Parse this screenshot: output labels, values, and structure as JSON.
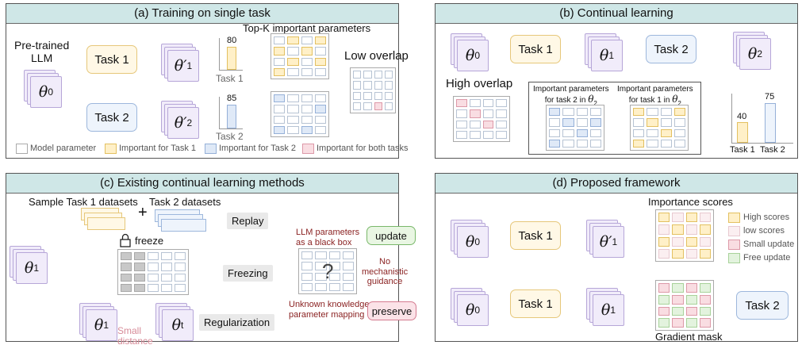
{
  "panels": {
    "a": {
      "title": "(a) Training on single task",
      "pretrained": "Pre-trained\nLLM",
      "theta0": "θ",
      "sub0": "0",
      "task1": "Task 1",
      "task2": "Task 2",
      "theta1p": "θ′",
      "sub1": "1",
      "theta2p": "θ′",
      "sub2": "2",
      "topk": "Top-K important parameters",
      "val1": "80",
      "val2": "85",
      "bar1_label": "Task 1",
      "bar2_label": "Task 2",
      "low_overlap": "Low overlap",
      "legend": [
        "Model parameter",
        "Important for Task 1",
        "Important for Task 2",
        "Important for both tasks"
      ]
    },
    "b": {
      "title": "(b) Continual learning",
      "theta0": "θ",
      "sub0": "0",
      "task1": "Task 1",
      "theta1": "θ",
      "sub1": "1",
      "task2": "Task 2",
      "theta2": "θ",
      "sub2": "2",
      "high_overlap": "High overlap",
      "imp_t2": "Important parameters\nfor task 2 in ",
      "imp_t1": "Important parameters\nfor task 1 in ",
      "imp_theta": "θ",
      "imp_sub": "2",
      "val1": "40",
      "val2": "75",
      "bar1_label": "Task 1",
      "bar2_label": "Task 2"
    },
    "c": {
      "title": "(c) Existing continual learning methods",
      "sample_t1": "Sample Task 1 datasets",
      "plus": "+",
      "t2_datasets": "Task 2 datasets",
      "freeze": "freeze",
      "theta1": "θ",
      "sub1": "1",
      "theta1b": "θ",
      "sub1b": "1",
      "thetat": "θ",
      "subt": "t",
      "small_distance": "Small\ndistance",
      "replay": "Replay",
      "freezing": "Freezing",
      "regularization": "Regularization",
      "black_box": "LLM parameters\nas a black box",
      "question": "?",
      "no_guidance": "No\nmechanistic\nguidance",
      "unknown": "Unknown knowledge\nparameter mapping",
      "update": "update",
      "preserve": "preserve"
    },
    "d": {
      "title": "(d) Proposed framework",
      "theta0a": "θ",
      "sub0a": "0",
      "task1a": "Task 1",
      "theta1p": "θ′",
      "sub1p": "1",
      "theta0b": "θ",
      "sub0b": "0",
      "task1b": "Task 1",
      "theta1": "θ",
      "sub1": "1",
      "task2": "Task 2",
      "importance": "Importance scores",
      "gradient_mask": "Gradient mask",
      "legend": [
        "High scores",
        "low scores",
        "Small update",
        "Free update"
      ]
    }
  },
  "colors": {
    "title_bg": "#cfe7e7",
    "task1": "#fff8e6",
    "task2": "#eef4fc",
    "important_t1": "#fff0c8",
    "important_t2": "#dfe9f7",
    "important_both": "#f9dde2",
    "free_update": "#e3f3de"
  }
}
